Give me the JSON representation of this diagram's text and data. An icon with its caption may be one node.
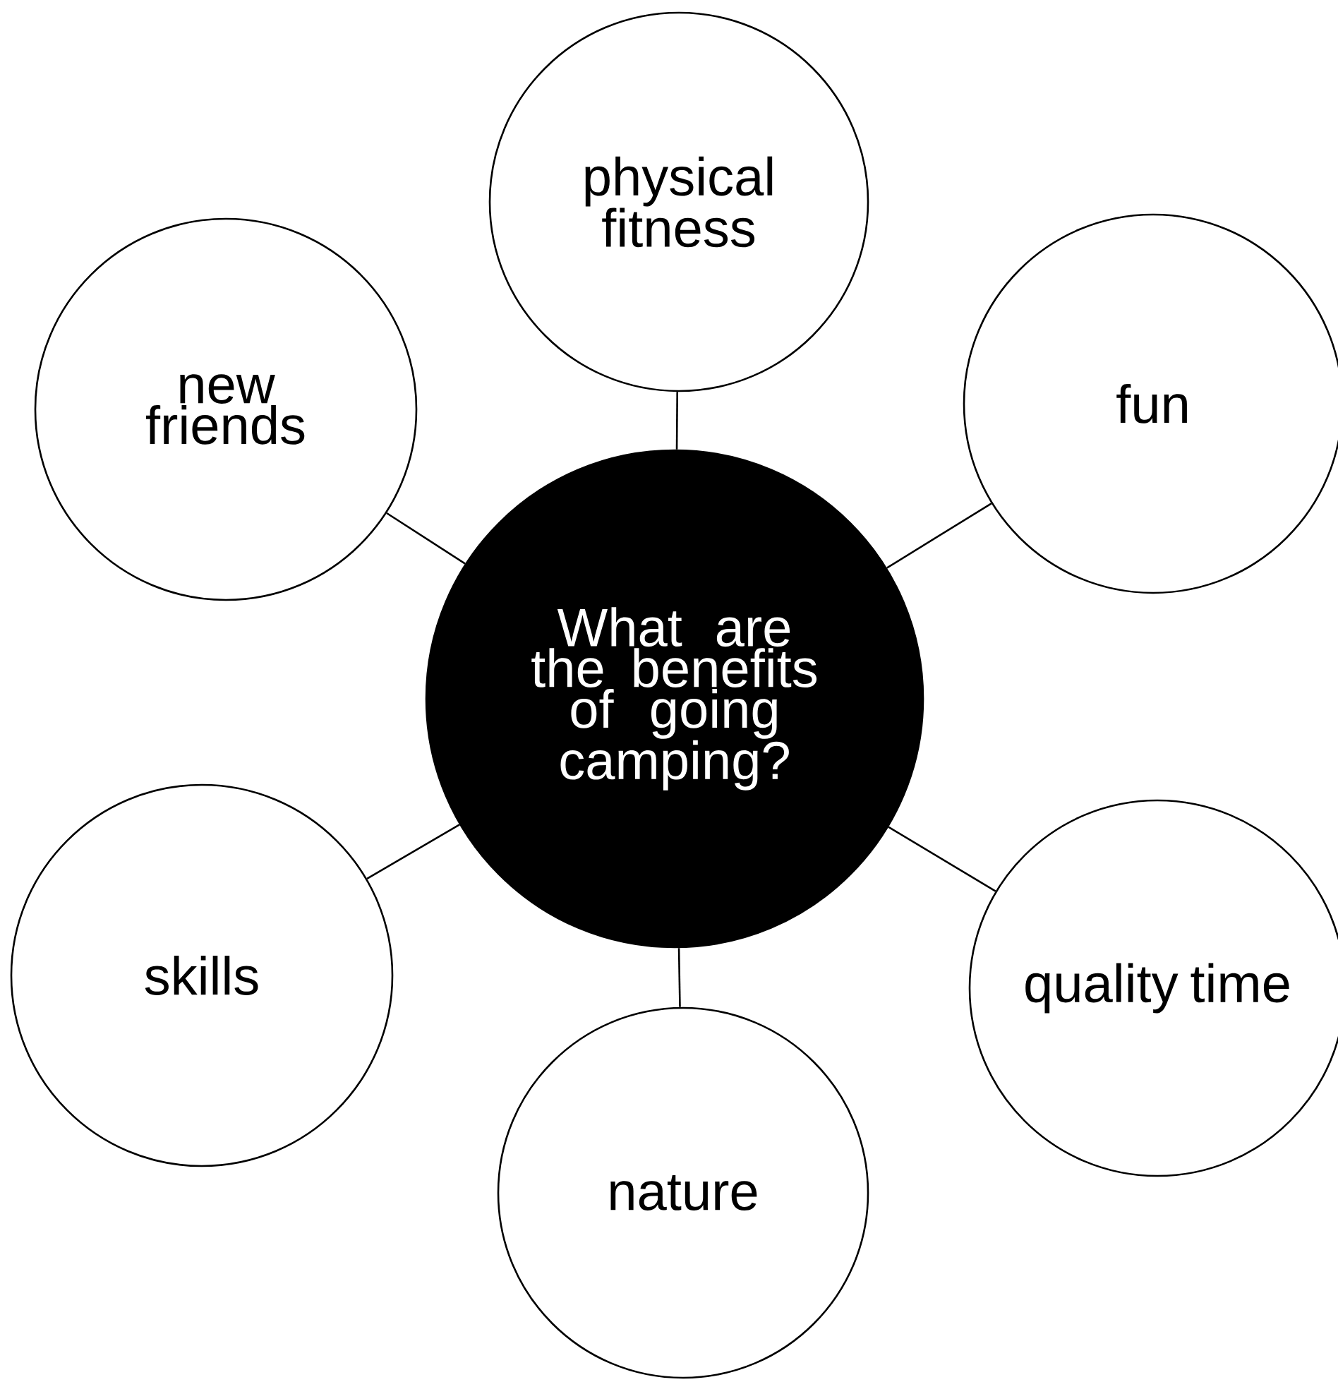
{
  "diagram": {
    "nodes": [
      {
        "text": [
          "physical fitness"
        ]
      },
      {
        "text": [
          "new friends"
        ]
      },
      {
        "text": [
          "fun"
        ]
      },
      {
        "text": [
          "What are the benefits of going camping?"
        ]
      },
      {
        "text": [
          "skills"
        ]
      },
      {
        "text": [
          "quality time"
        ]
      },
      {
        "text": [
          "nature"
        ]
      }
    ],
    "edges": [
      {
        "from": 3,
        "to": 0,
        "arrow": "none"
      },
      {
        "from": 3,
        "to": 1,
        "arrow": "none"
      },
      {
        "from": 3,
        "to": 2,
        "arrow": "none"
      },
      {
        "from": 3,
        "to": 4,
        "arrow": "none"
      },
      {
        "from": 3,
        "to": 5,
        "arrow": "none"
      },
      {
        "from": 3,
        "to": 6,
        "arrow": "none"
      }
    ]
  }
}
